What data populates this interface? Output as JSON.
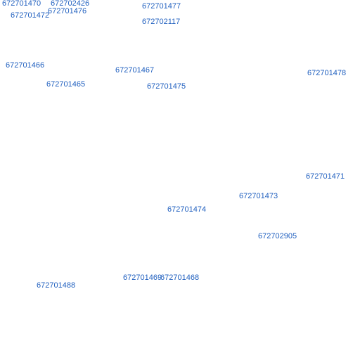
{
  "map": {
    "label_color": "#1f5fbf",
    "background_color": "#ffffff",
    "labels": [
      "672701470",
      "672702426",
      "672701472",
      "672701476",
      "672701477",
      "672702117",
      "672701466",
      "672701467",
      "672701478",
      "672701465",
      "672701475",
      "672701471",
      "672701473",
      "672701474",
      "672702905",
      "672701469",
      "672701468",
      "672701488"
    ]
  }
}
